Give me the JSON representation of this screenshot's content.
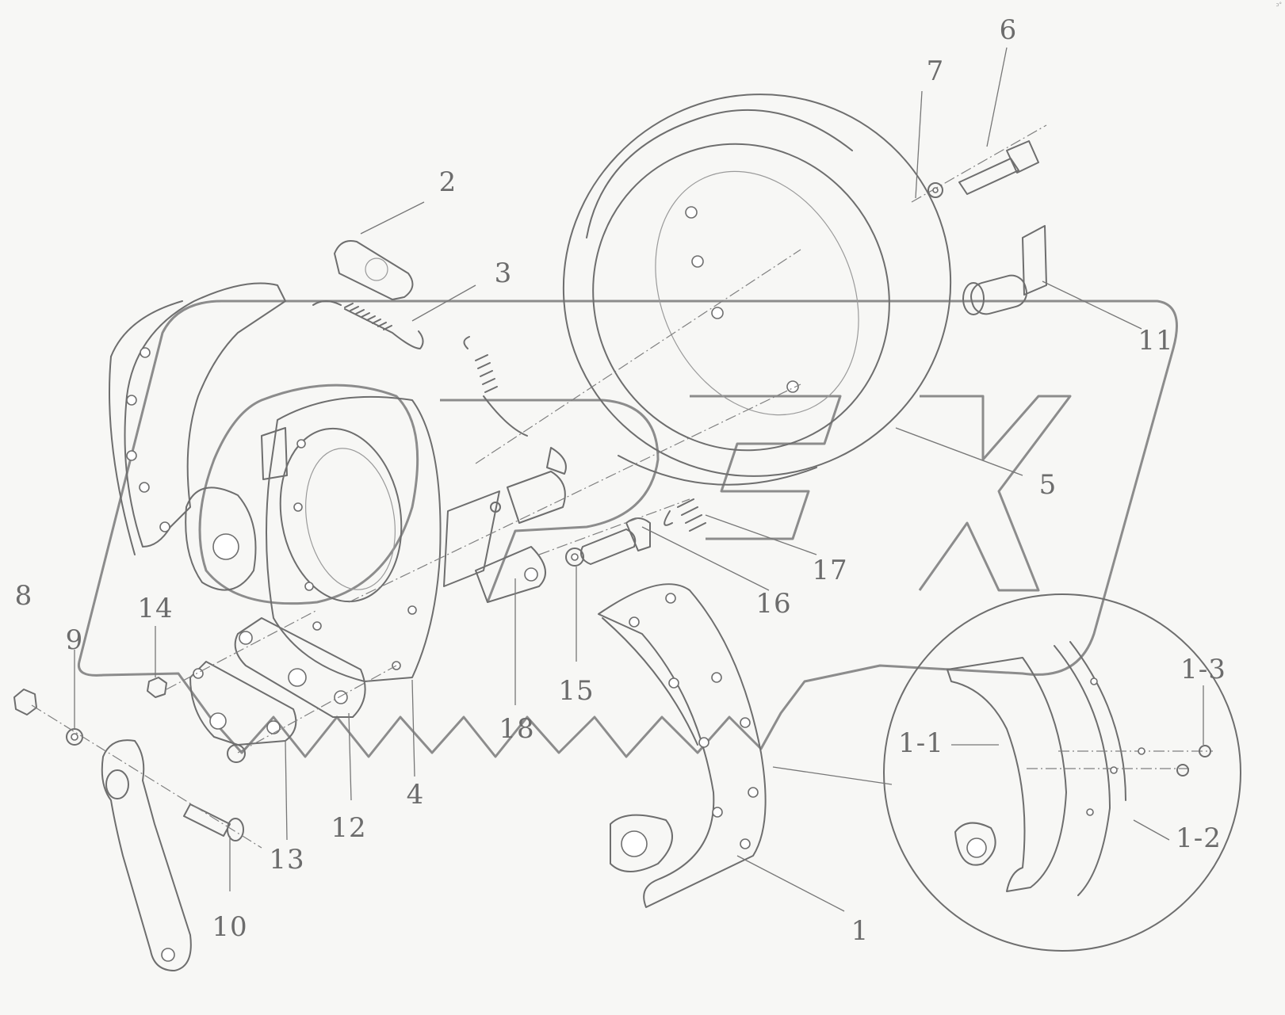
{
  "diagram": {
    "corner_mark": "ↄ°",
    "callouts": {
      "c1": "1",
      "c1_1": "1-1",
      "c1_2": "1-2",
      "c1_3": "1-3",
      "c2": "2",
      "c3": "3",
      "c4": "4",
      "c5": "5",
      "c6": "6",
      "c7": "7",
      "c8": "8",
      "c9": "9",
      "c10": "10",
      "c11": "11",
      "c12": "12",
      "c13": "13",
      "c14": "14",
      "c15": "15",
      "c16": "16",
      "c17": "17",
      "c18": "18"
    },
    "watermark": "OPEX"
  }
}
